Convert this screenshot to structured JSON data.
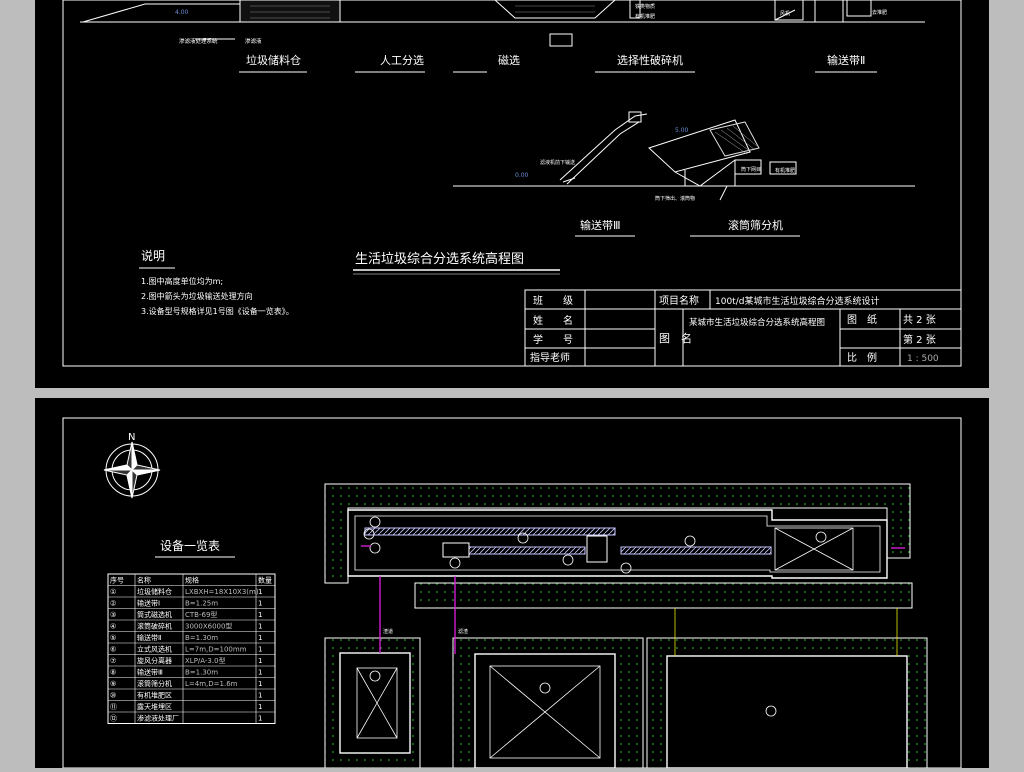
{
  "elevation_sheet": {
    "labels": {
      "leachate_system": "渗滤液处理系统",
      "leachate": "渗滤液",
      "ferrous": "铁类物质",
      "organic_fertilizer": "有机堆肥",
      "fan": "风机",
      "to_compost": "去堆肥",
      "conveyor3_note": "滤液机前下输送",
      "to_organic": "有机堆肥",
      "roller_bottom": "筒下网目",
      "sieve_out": "筒下筛出、滚筒物"
    },
    "process_labels": [
      "垃圾储料仓",
      "人工分选",
      "磁选",
      "选择性破碎机",
      "输送带Ⅱ",
      "输送带Ⅲ",
      "滚筒筛分机"
    ],
    "title": "生活垃圾综合分选系统高程图",
    "notes_title": "说明",
    "notes": [
      "1.图中高度单位均为m;",
      "2.图中箭头为垃圾输送处理方向",
      "3.设备型号规格详见1号图《设备一览表》。"
    ],
    "title_block": {
      "class": "班　　级",
      "name": "姓　　名",
      "student_id": "学　　号",
      "advisor": "指导老师",
      "project_label": "项目名称",
      "project_value": "100t/d某城市生活垃圾综合分选系统设计",
      "drawing_label": "图　名",
      "drawing_value": "某城市生活垃圾综合分选系统高程图",
      "sheets_label": "图　纸",
      "total": "共 2 张",
      "page": "第 2 张",
      "scale_label": "比　例",
      "scale_value": "1 : 500"
    }
  },
  "plan_sheet": {
    "north": "N",
    "table_title": "设备一览表",
    "headers": [
      "序号",
      "名称",
      "规格",
      "数量"
    ],
    "rows": [
      [
        "①",
        "垃圾储料仓",
        "LXBXH=18X10X3(m)",
        "1"
      ],
      [
        "②",
        "输送带Ⅰ",
        "B=1.25m",
        "1"
      ],
      [
        "③",
        "筒式磁选机",
        "CTB-69型",
        "1"
      ],
      [
        "④",
        "滚筒破碎机",
        "3000X6000型",
        "1"
      ],
      [
        "⑤",
        "输送带Ⅱ",
        "B=1.30m",
        "1"
      ],
      [
        "⑥",
        "立式风选机",
        "L=7m,D=100mm",
        "1"
      ],
      [
        "⑦",
        "旋风分离器",
        "XLP/A-3.0型",
        "1"
      ],
      [
        "⑧",
        "输送带Ⅲ",
        "B=1.30m",
        "1"
      ],
      [
        "⑨",
        "滚筒筛分机",
        "L=4m,D=1.6m",
        "1"
      ],
      [
        "⑩",
        "有机堆肥区",
        "",
        "1"
      ],
      [
        "⑪",
        "露天堆埋区",
        "",
        "1"
      ],
      [
        "⑫",
        "渗滤液处理厂",
        "",
        "1"
      ]
    ],
    "pipe_labels": [
      "渣道",
      "滤渣"
    ]
  },
  "colors": {
    "line": "#ffffff",
    "accent": "#c8c8ff",
    "pipe": "#e020e0",
    "green_dots": "#33cc33",
    "yellow": "#e8e800"
  }
}
